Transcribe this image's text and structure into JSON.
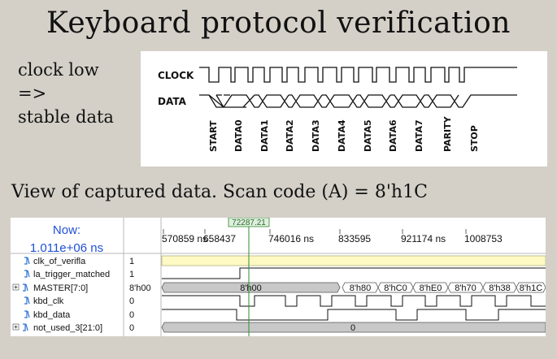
{
  "title": "Keyboard protocol verification",
  "note": {
    "line1": "clock low",
    "line2": "=>",
    "line3": "stable data"
  },
  "protocol": {
    "clock_label": "CLOCK",
    "data_label": "DATA",
    "bits": [
      "START",
      "DATA0",
      "DATA1",
      "DATA2",
      "DATA3",
      "DATA4",
      "DATA5",
      "DATA6",
      "DATA7",
      "PARITY",
      "STOP"
    ]
  },
  "caption": "View of captured data. Scan code (A) = 8'h1C",
  "viewer": {
    "now_label": "Now:",
    "now_value": "1.011e+06 ns",
    "cursor_label": "72287.21",
    "time_ticks": [
      "570859 ns",
      "658437",
      "746016 ns",
      "833595",
      "921174 ns",
      "1008753"
    ],
    "signals": [
      {
        "name": "clk_of_verifla",
        "value": "1",
        "expand": false
      },
      {
        "name": "la_trigger_matched",
        "value": "1",
        "expand": false
      },
      {
        "name": "MASTER[7:0]",
        "value": "8'h00",
        "expand": true
      },
      {
        "name": "kbd_clk",
        "value": "0",
        "expand": false
      },
      {
        "name": "kbd_data",
        "value": "0",
        "expand": false
      },
      {
        "name": "not_used_3[21:0]",
        "value": "0",
        "expand": true
      }
    ],
    "bus_master": [
      "8'h00",
      "8'h80",
      "8'hC0",
      "8'hE0",
      "8'h70",
      "8'h38",
      "8'h1C"
    ],
    "bus_notused": [
      "0"
    ]
  },
  "colors": {
    "signal_icon": "#2a6fd6",
    "now_text": "#1f4fd8",
    "cursor": "#2e8b2e"
  }
}
